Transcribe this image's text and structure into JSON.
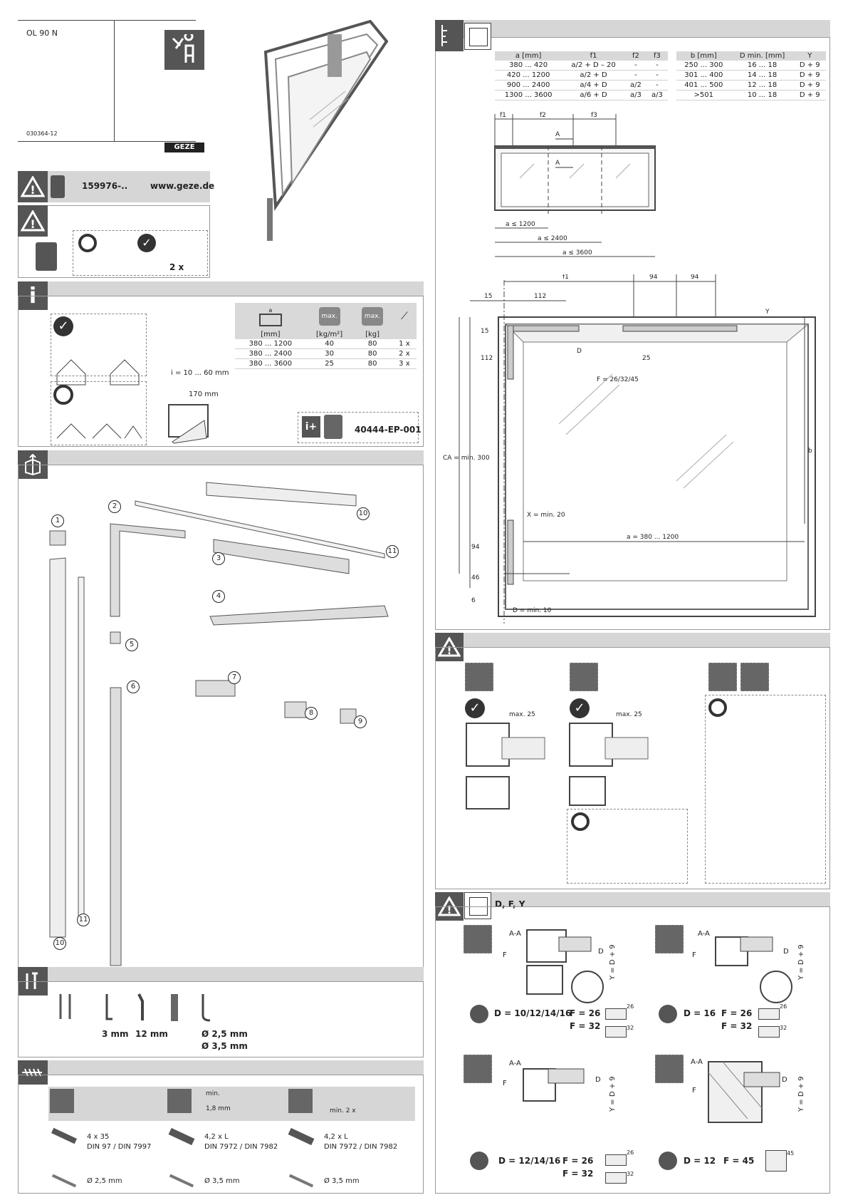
{
  "header": {
    "product": "OL 90 N",
    "doc_code": "030364-12",
    "brand": "GEZE"
  },
  "warning": {
    "doc_number": "159976-..",
    "url": "www.geze.de",
    "qty": "2 x"
  },
  "info": {
    "i_range": "i = 10 ... 60 mm",
    "width_170": "170 mm",
    "table": {
      "headers": [
        "[mm]",
        "[kg/m²]",
        "[kg]"
      ],
      "icon_labels": [
        "a",
        "max.",
        "max."
      ],
      "rows": [
        [
          "380 ... 1200",
          "40",
          "80",
          "1 x"
        ],
        [
          "380 ... 2400",
          "30",
          "80",
          "2 x"
        ],
        [
          "380 ... 3600",
          "25",
          "80",
          "3 x"
        ]
      ]
    },
    "doc_ref": "40444-EP-001"
  },
  "parts": {
    "labels": [
      "1",
      "2",
      "3",
      "4",
      "5",
      "6",
      "7",
      "8",
      "9",
      "10",
      "11",
      "10",
      "11"
    ]
  },
  "tools": {
    "items": [
      "3 mm",
      "12 mm",
      "Ø 2,5 mm",
      "Ø 3,5 mm"
    ]
  },
  "screws": {
    "min_label": "min.",
    "min_value": "1,8 mm",
    "min2x": "min. 2 x",
    "items": [
      {
        "spec": "4 x 35",
        "norm": "DIN 97 / DIN 7997",
        "drill": "Ø 2,5 mm"
      },
      {
        "spec": "4,2 x L",
        "norm": "DIN 7972 / DIN 7982",
        "drill": "Ø 3,5 mm"
      },
      {
        "spec": "4,2 x L",
        "norm": "DIN 7972 / DIN 7982",
        "drill": "Ø 3,5 mm"
      }
    ]
  },
  "dim_tables": {
    "left": {
      "headers": [
        "a [mm]",
        "f1",
        "f2",
        "f3"
      ],
      "rows": [
        [
          "380 ... 420",
          "a/2 + D – 20",
          "-",
          "-"
        ],
        [
          "420 ... 1200",
          "a/2 + D",
          "-",
          "-"
        ],
        [
          "900 ... 2400",
          "a/4 + D",
          "a/2",
          "-"
        ],
        [
          "1300 ... 3600",
          "a/6 + D",
          "a/3",
          "a/3"
        ]
      ]
    },
    "right": {
      "headers": [
        "b [mm]",
        "D min. [mm]",
        "Y"
      ],
      "rows": [
        [
          "250 ... 300",
          "16 ... 18",
          "D + 9"
        ],
        [
          "301 ... 400",
          "14 ... 18",
          "D + 9"
        ],
        [
          "401 ... 500",
          "12 ... 18",
          "D + 9"
        ],
        [
          ">501",
          "10 ... 18",
          "D + 9"
        ]
      ]
    }
  },
  "small_drawing": {
    "f1": "f1",
    "f2": "f2",
    "f3": "f3",
    "A": "A",
    "a1": "a ≤ 1200",
    "a2": "a ≤ 2400",
    "a3": "a ≤ 3600"
  },
  "big_drawing": {
    "f1": "f1",
    "d94a": "94",
    "d94b": "94",
    "d15": "15",
    "d112": "112",
    "d15v": "15",
    "d112v": "112",
    "D": "D",
    "F": "F = 26/32/45",
    "d25": "25",
    "Y": "Y",
    "CA": "CA = min. 300",
    "b": "b",
    "X": "X = min. 20",
    "d94v": "94",
    "d46": "46",
    "d6": "6",
    "Dmin": "D = min. 10",
    "a": "a = 380 ... 1200"
  },
  "profiles": {
    "max25a": "max. 25",
    "max25b": "max. 25"
  },
  "dfy": {
    "title": "D, F, Y",
    "AA": "A-A",
    "F": "F",
    "D": "D",
    "Y": "Y = D + 9",
    "cells": [
      {
        "d": "D = 10/12/14/16",
        "f1": "F = 26",
        "f2": "F = 32",
        "m1": "26",
        "m2": "32"
      },
      {
        "d": "D = 16",
        "f1": "F = 26",
        "f2": "F = 32",
        "m1": "26",
        "m2": "32"
      },
      {
        "d": "D = 12/14/16",
        "f1": "F = 26",
        "f2": "F = 32",
        "m1": "26",
        "m2": "32"
      },
      {
        "d": "D = 12",
        "f1": "F = 45",
        "f2": "",
        "m1": "45",
        "m2": ""
      }
    ]
  }
}
